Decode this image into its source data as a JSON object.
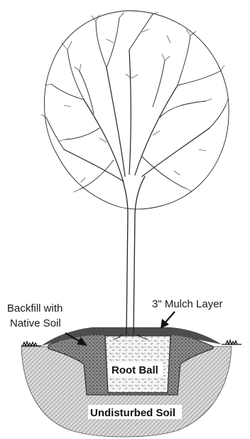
{
  "labels": {
    "backfill_line1": "Backfill with",
    "backfill_line2": "Native Soil",
    "mulch": "3\" Mulch Layer",
    "root_ball": "Root Ball",
    "undisturbed": "Undisturbed Soil"
  },
  "colors": {
    "ink": "#1a1a1a",
    "soil_fill": "#d6d6d6",
    "backfill_fill": "#8a8a8a",
    "mulch_fill": "#4a4a4a",
    "rootball_fill": "#f2f2f2",
    "label_bg": "#ffffff"
  },
  "icons": {
    "tree": "tree-icon",
    "arrow": "arrow-icon"
  }
}
